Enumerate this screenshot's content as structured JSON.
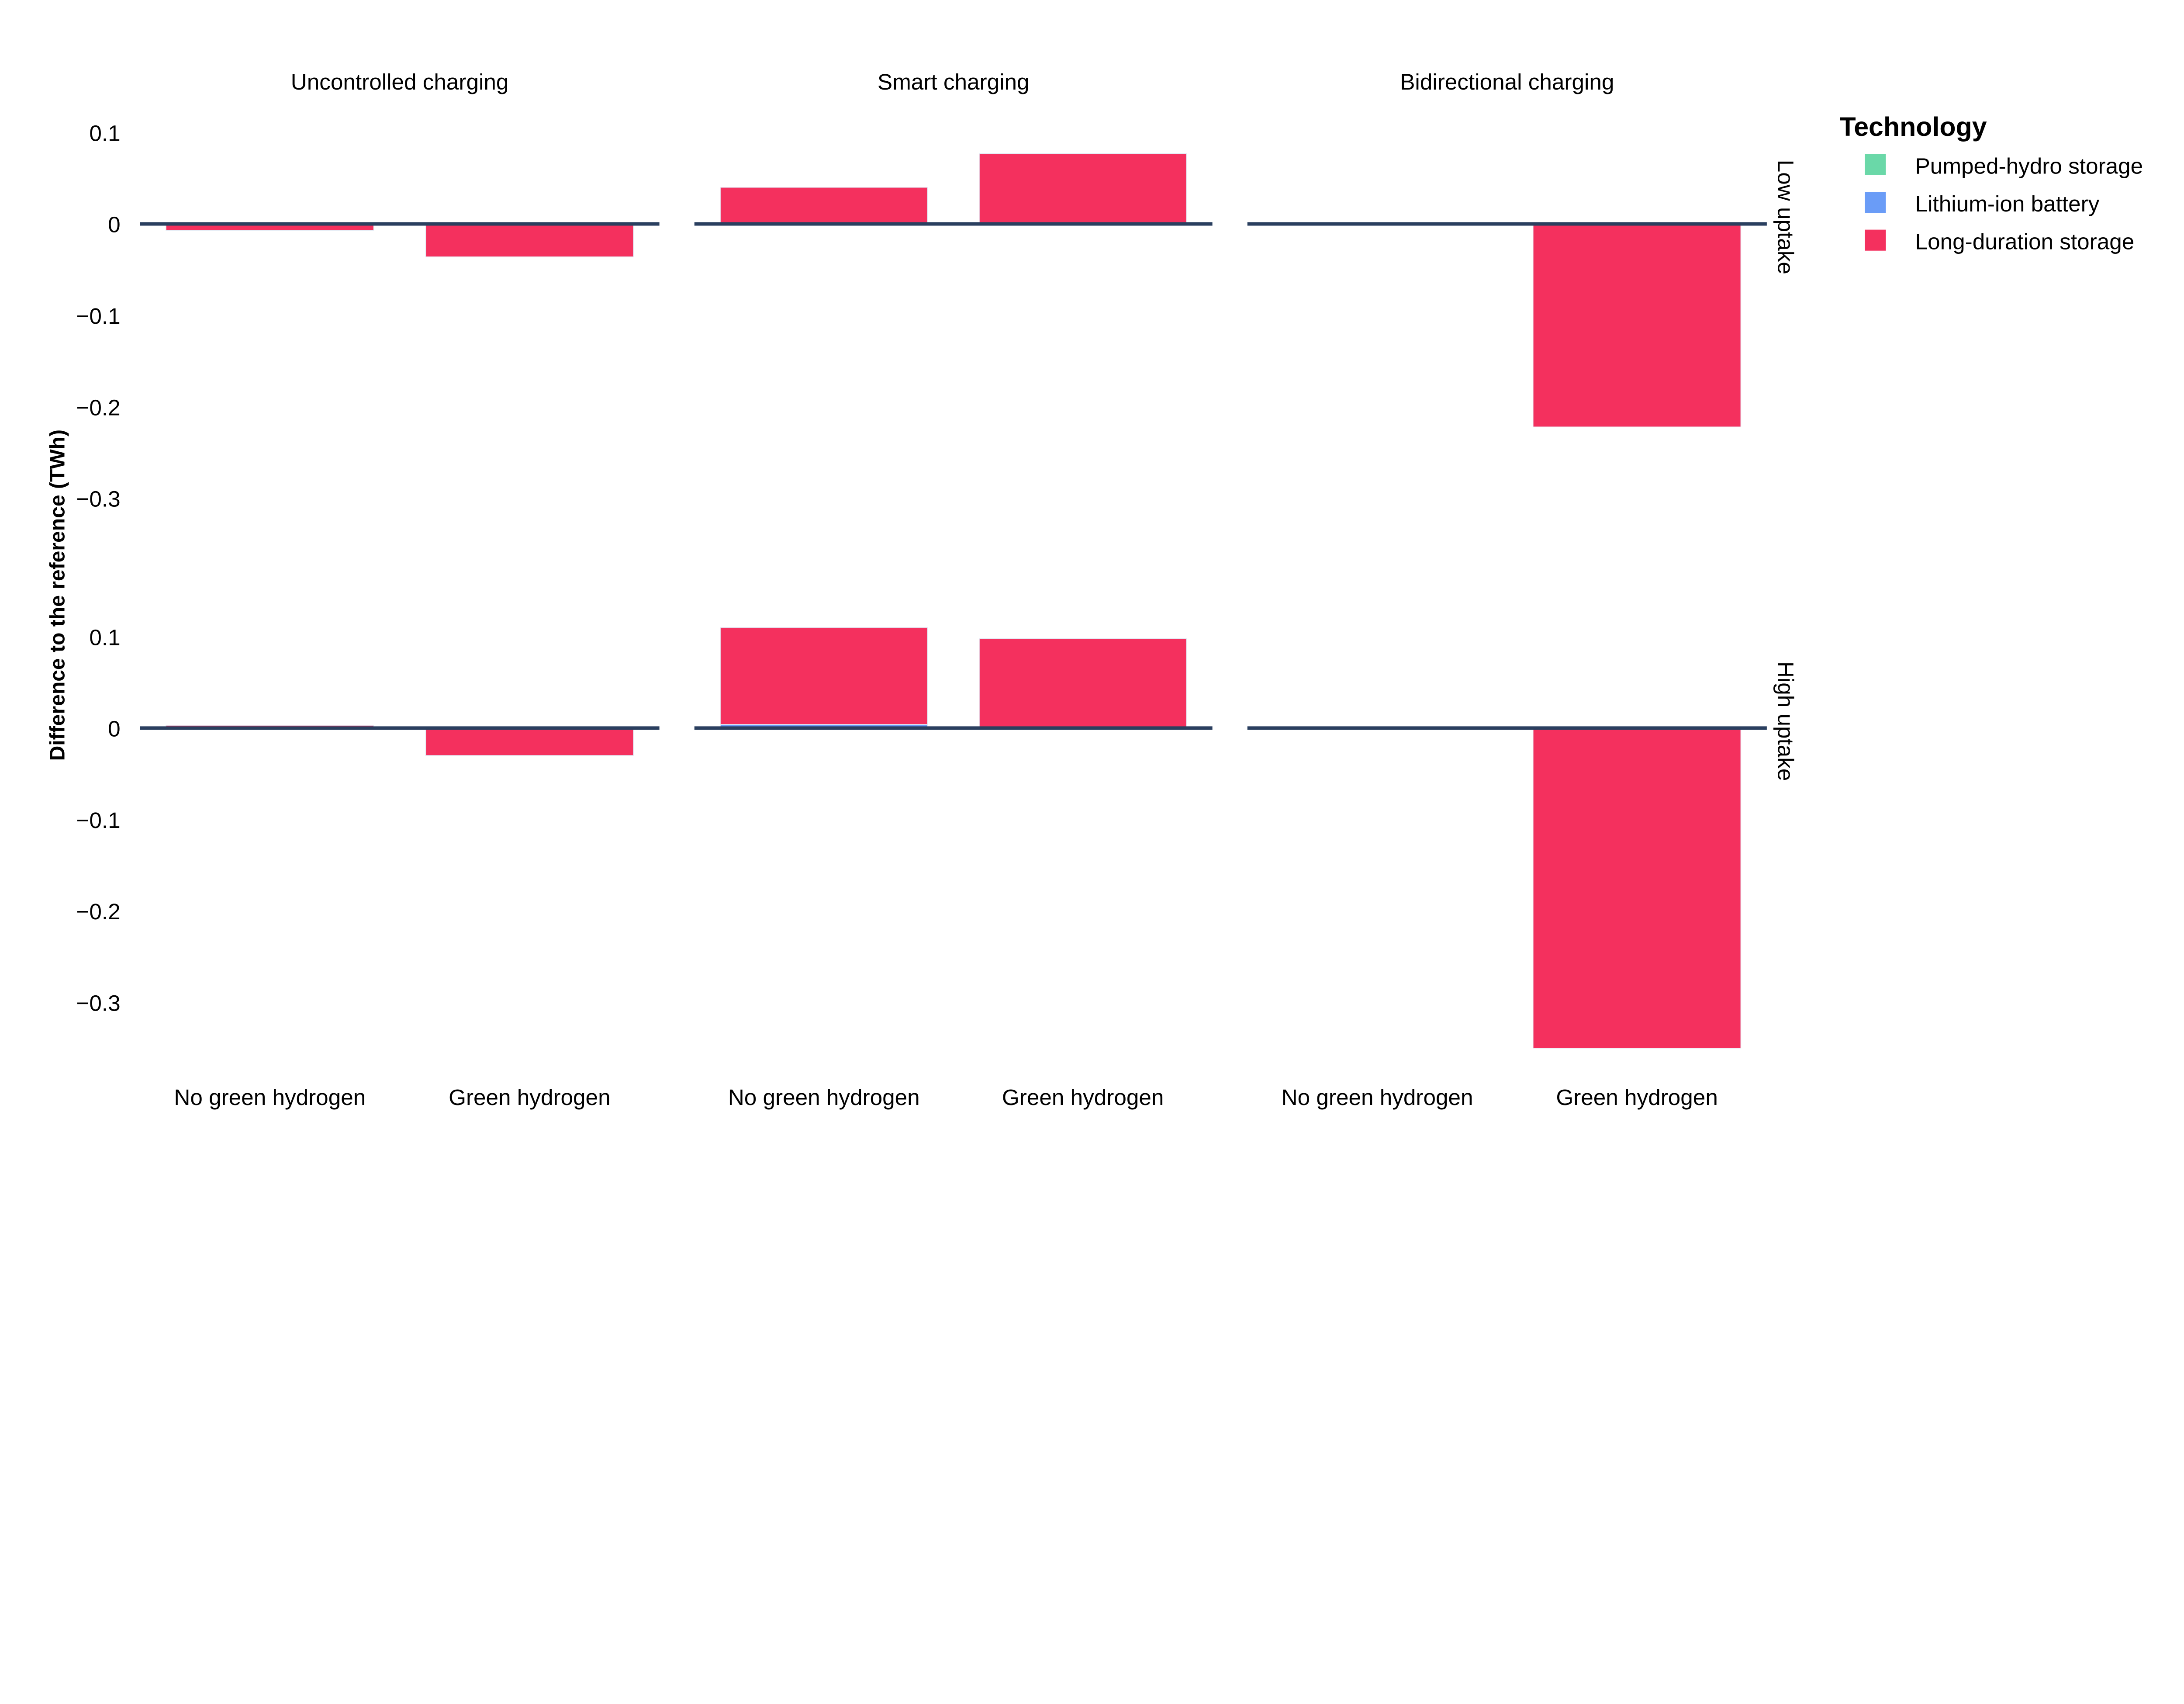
{
  "chart_data": {
    "type": "bar",
    "barmode": "relative",
    "ylabel": "Difference to the reference (TWh)",
    "ylim": [
      -0.36,
      0.13
    ],
    "yticks": [
      0.1,
      0,
      -0.1,
      -0.2,
      -0.3
    ],
    "ytick_labels": [
      "0.1",
      "0",
      "−0.1",
      "−0.2",
      "−0.3"
    ],
    "grid": false,
    "columns": [
      "Uncontrolled charging",
      "Smart charging",
      "Bidirectional charging"
    ],
    "rows": [
      "Low uptake",
      "High uptake"
    ],
    "categories": [
      "No green hydrogen",
      "Green hydrogen"
    ],
    "legend": {
      "title": "Technology",
      "placement": "top-right",
      "entries": [
        {
          "name": "Pumped-hydro storage",
          "color": "#6ad8a8"
        },
        {
          "name": "Lithium-ion battery",
          "color": "#6a9cf7"
        },
        {
          "name": "Long-duration storage",
          "color": "#f4305e"
        }
      ]
    },
    "panels": [
      {
        "row": "Low uptake",
        "column": "Uncontrolled charging",
        "series": {
          "Pumped-hydro storage": [
            0,
            0
          ],
          "Lithium-ion battery": [
            0,
            0
          ],
          "Long-duration storage": [
            -0.007,
            -0.036
          ]
        }
      },
      {
        "row": "Low uptake",
        "column": "Smart charging",
        "series": {
          "Pumped-hydro storage": [
            0,
            0
          ],
          "Lithium-ion battery": [
            0,
            0
          ],
          "Long-duration storage": [
            0.04,
            0.077
          ]
        }
      },
      {
        "row": "Low uptake",
        "column": "Bidirectional charging",
        "series": {
          "Pumped-hydro storage": [
            0,
            0
          ],
          "Lithium-ion battery": [
            0,
            0
          ],
          "Long-duration storage": [
            0,
            -0.222
          ]
        }
      },
      {
        "row": "High uptake",
        "column": "Uncontrolled charging",
        "series": {
          "Pumped-hydro storage": [
            0,
            0
          ],
          "Lithium-ion battery": [
            0,
            0
          ],
          "Long-duration storage": [
            0.003,
            -0.03
          ]
        }
      },
      {
        "row": "High uptake",
        "column": "Smart charging",
        "series": {
          "Pumped-hydro storage": [
            0,
            0
          ],
          "Lithium-ion battery": [
            0.004,
            0
          ],
          "Long-duration storage": [
            0.106,
            0.098
          ]
        }
      },
      {
        "row": "High uptake",
        "column": "Bidirectional charging",
        "series": {
          "Pumped-hydro storage": [
            0,
            0
          ],
          "Lithium-ion battery": [
            0,
            0
          ],
          "Long-duration storage": [
            0,
            -0.35
          ]
        }
      }
    ]
  }
}
